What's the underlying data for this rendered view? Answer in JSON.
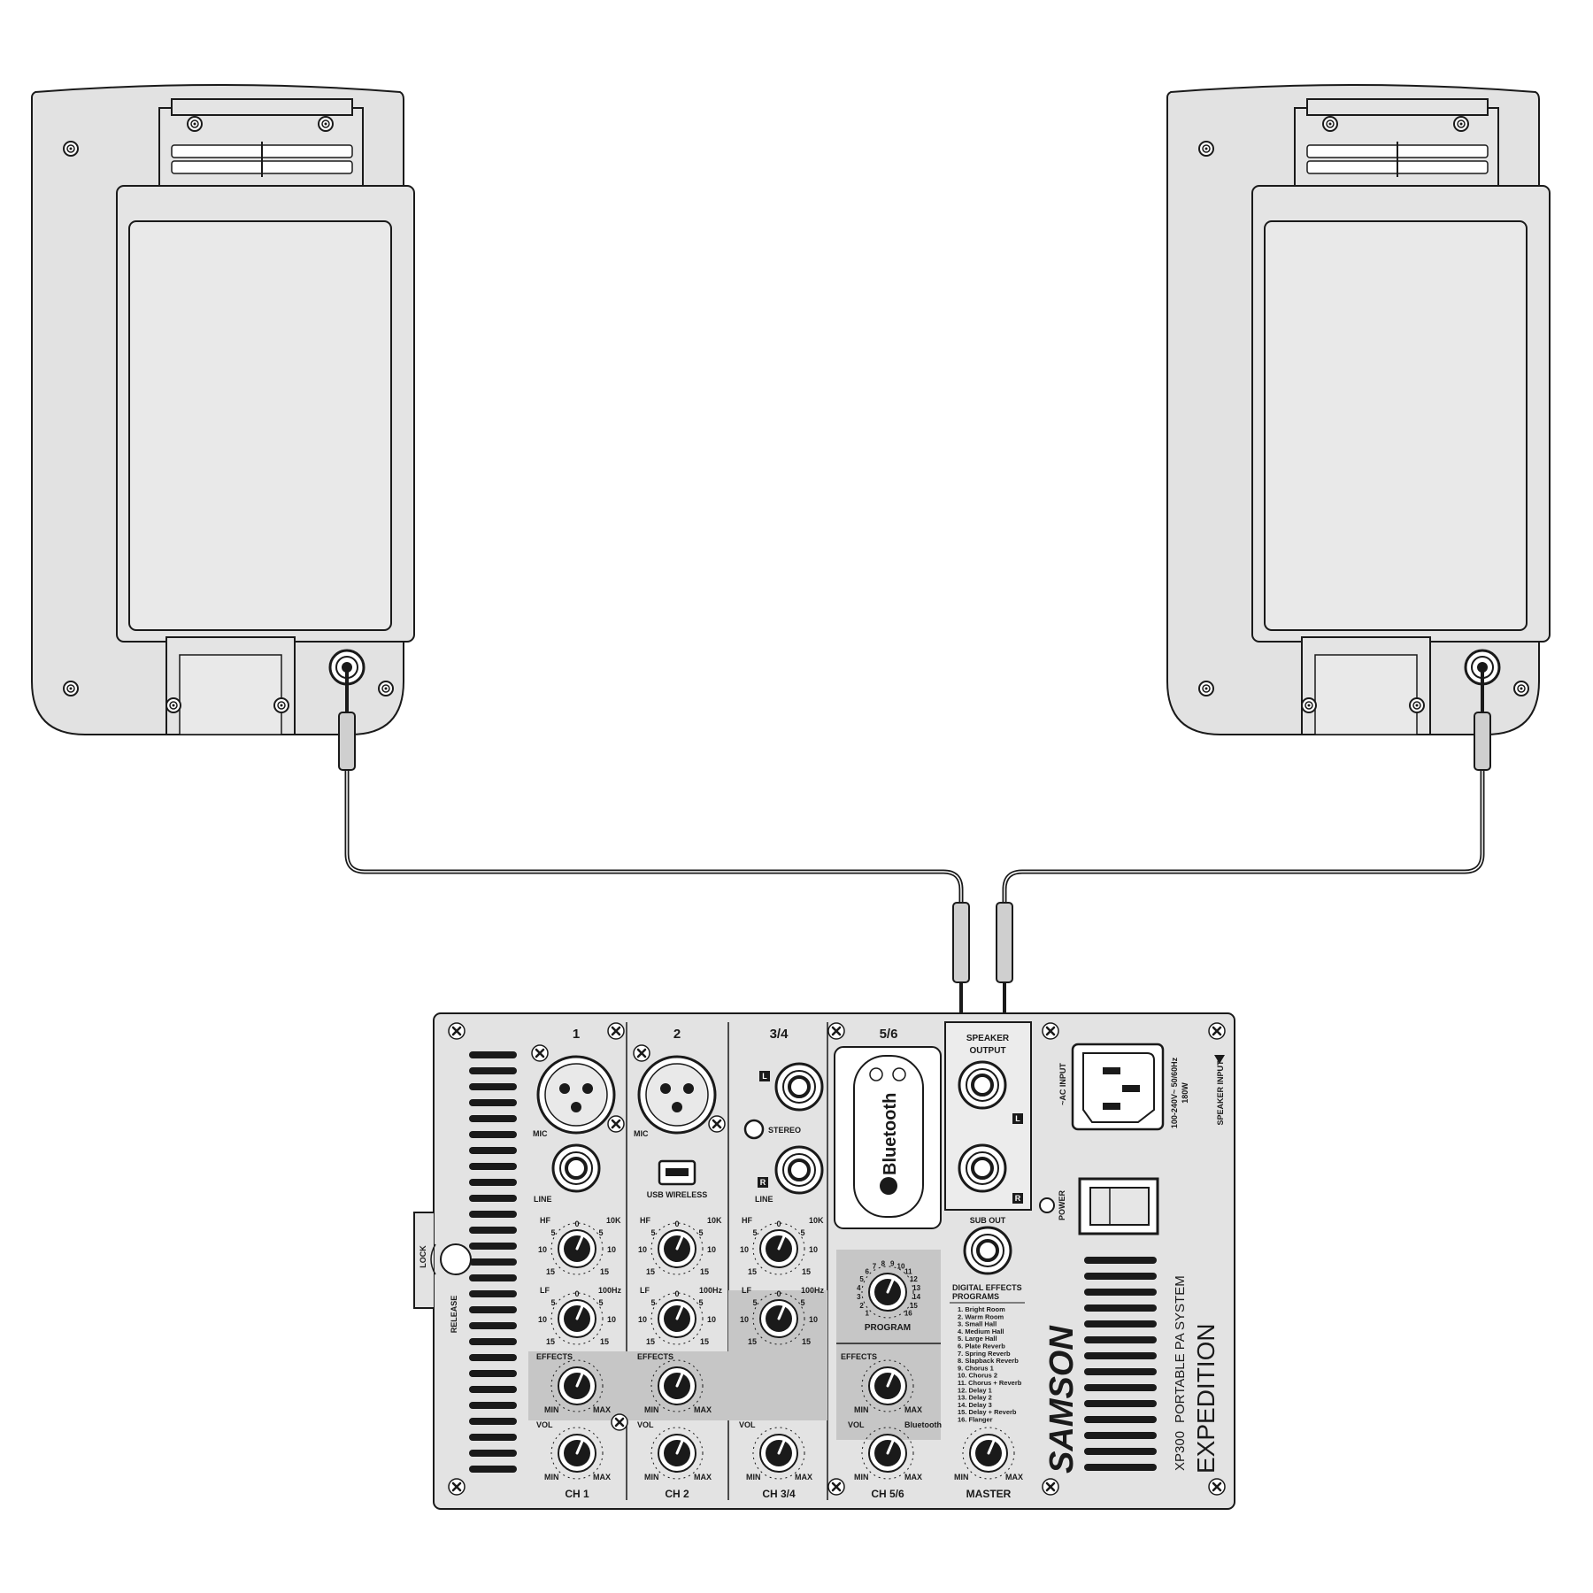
{
  "colors": {
    "panel": "#e3e3e3",
    "panel_dark": "#c6c6c6",
    "stroke": "#1a1a1a",
    "cable": "#333333"
  },
  "mixer": {
    "brand": "SAMSON",
    "model": "XP300",
    "model_desc": "PORTABLE PA SYSTEM",
    "series": "EXPEDITION",
    "channel_headers": [
      "1",
      "2",
      "3/4",
      "5/6"
    ],
    "channel_names": [
      "CH 1",
      "CH 2",
      "CH 3/4",
      "CH 5/6",
      "MASTER"
    ],
    "labels": {
      "mic": "MIC",
      "line": "LINE",
      "usb": "USB WIRELESS",
      "stereo": "STEREO",
      "l": "L",
      "r": "R",
      "hf": "HF",
      "lf": "LF",
      "hf_freq": "10K",
      "lf_freq": "100Hz",
      "effects": "EFFECTS",
      "vol": "VOL",
      "min": "MIN",
      "max": "MAX",
      "zero": "0",
      "five": "5",
      "ten": "10",
      "fifteen": "15",
      "bluetooth": "Bluetooth",
      "program": "PROGRAM",
      "speaker_output_1": "SPEAKER",
      "speaker_output_2": "OUTPUT",
      "sub_out": "SUB OUT",
      "power": "POWER",
      "ac_input": "~AC INPUT",
      "ac_spec_1": "100-240V~ 50/60Hz",
      "ac_spec_2": "180W",
      "speaker_input": "SPEAKER INPUT",
      "lock": "LOCK",
      "release": "RELEASE"
    },
    "effects_programs_title_1": "DIGITAL EFFECTS",
    "effects_programs_title_2": "PROGRAMS",
    "effects_programs": [
      "1. Bright Room",
      "2. Warm Room",
      "3. Small Hall",
      "4. Medium Hall",
      "5. Large Hall",
      "6. Plate Reverb",
      "7. Spring Reverb",
      "8. Slapback Reverb",
      "9. Chorus 1",
      "10. Chorus 2",
      "11. Chorus + Reverb",
      "12. Delay 1",
      "13. Delay 2",
      "14. Delay 3",
      "15. Delay + Reverb",
      "16. Flanger"
    ],
    "program_dial": [
      "1",
      "2",
      "3",
      "4",
      "5",
      "6",
      "7",
      "8",
      "9",
      "10",
      "11",
      "12",
      "13",
      "14",
      "15",
      "16"
    ]
  }
}
